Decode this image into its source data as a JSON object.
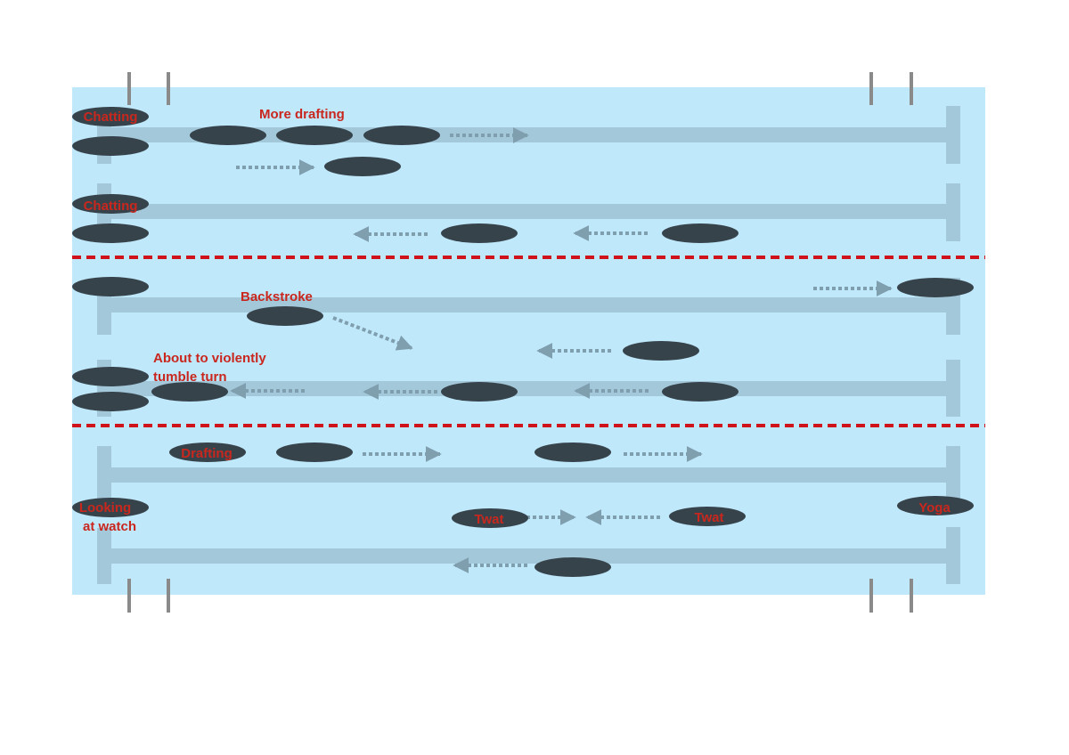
{
  "colors": {
    "water": "#bfe8fb",
    "lane_rope": "#a3c8da",
    "swimmer": "#37434b",
    "arrow": "#7f9eae",
    "divider": "#d0121b",
    "post": "#8a8a8a",
    "label": "#c9271e"
  },
  "labels": {
    "chatting_top": "Chatting",
    "more_drafting": "More drafting",
    "chatting_second": "Chatting",
    "backstroke": "Backstroke",
    "tumble_turn_line1": "About to violently",
    "tumble_turn_line2": "tumble turn",
    "drafting": "Drafting",
    "looking_line1": "Looking",
    "looking_line2": "at watch",
    "twat_left": "Twat",
    "twat_right": "Twat",
    "yoga": "Yoga"
  }
}
